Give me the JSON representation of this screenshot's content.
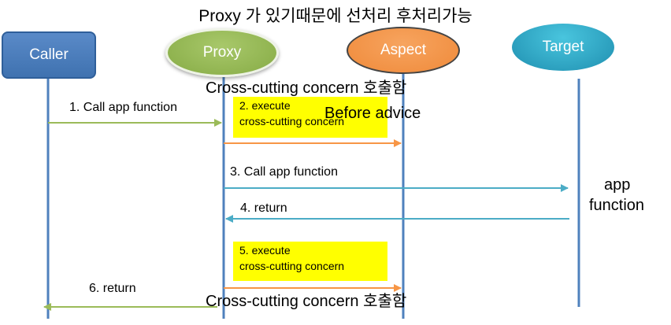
{
  "title": "Proxy 가 있기때문에 선처리 후처리가능",
  "actors": {
    "caller": "Caller",
    "proxy": "Proxy",
    "aspect": "Aspect",
    "target": "Target"
  },
  "notes": {
    "cross_cutting_top": "Cross-cutting  concern 호출함",
    "before_advice": "Before advice",
    "cross_cutting_bottom": "Cross-cutting  concern 호출함",
    "app_function_line1": "app",
    "app_function_line2": "function"
  },
  "messages": {
    "m1": "1. Call app function",
    "m2_line1": "2. execute",
    "m2_line2": "cross-cutting concern",
    "m3": "3. Call app function",
    "m4": "4. return",
    "m5_line1": "5. execute",
    "m5_line2": "cross-cutting concern",
    "m6": "6. return"
  },
  "colors": {
    "caller": "#4a7fc0",
    "proxy": "#9bbb59",
    "aspect": "#f79646",
    "target": "#31a9cc",
    "lifeline": "#4f81bd",
    "arrow_green": "#9bbb59",
    "arrow_orange": "#f79646",
    "arrow_blue": "#4bacc6",
    "highlight": "#ffff00"
  }
}
